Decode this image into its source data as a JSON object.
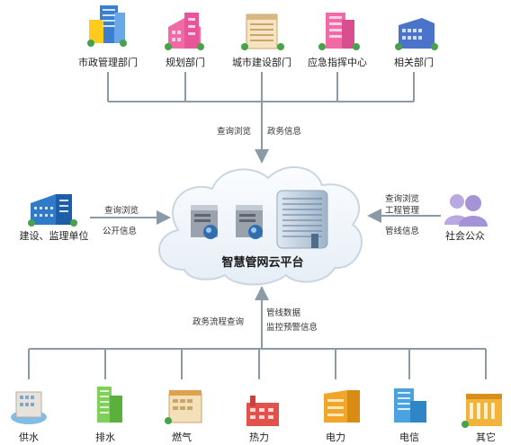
{
  "platform": {
    "title": "智慧管网云平台"
  },
  "top_departments": [
    {
      "label": "市政管理部门",
      "icon": "office-building-icon"
    },
    {
      "label": "规划部门",
      "icon": "office-building-icon"
    },
    {
      "label": "城市建设部门",
      "icon": "office-building-icon"
    },
    {
      "label": "应急指挥中心",
      "icon": "office-building-icon"
    },
    {
      "label": "相关部门",
      "icon": "office-building-icon"
    }
  ],
  "top_link": {
    "left_text": "查询浏览",
    "right_text": "政务信息"
  },
  "left_node": {
    "label": "建设、监理单位",
    "icon": "construction-company-icon"
  },
  "left_link": {
    "upper_text": "查询浏览",
    "lower_text": "公开信息"
  },
  "right_node": {
    "label": "社会公众",
    "icon": "people-icon"
  },
  "right_link": {
    "line1": "查询浏览",
    "line2": "工程管理",
    "line3": "管线信息"
  },
  "bottom_link": {
    "left_text": "政务流程查询",
    "right_line1": "管线数据",
    "right_line2": "监控预警信息"
  },
  "utilities": [
    {
      "label": "供水",
      "icon": "water-supply-building-icon"
    },
    {
      "label": "排水",
      "icon": "drainage-building-icon"
    },
    {
      "label": "燃气",
      "icon": "gas-building-icon"
    },
    {
      "label": "热力",
      "icon": "heating-plant-icon"
    },
    {
      "label": "电力",
      "icon": "power-building-icon"
    },
    {
      "label": "电信",
      "icon": "telecom-building-icon"
    },
    {
      "label": "其它",
      "icon": "other-building-icon"
    }
  ],
  "colors": {
    "connector": "#8a9aa6",
    "cloud_fill": "#f3f7fb",
    "cloud_stroke": "#c9d6e2"
  }
}
